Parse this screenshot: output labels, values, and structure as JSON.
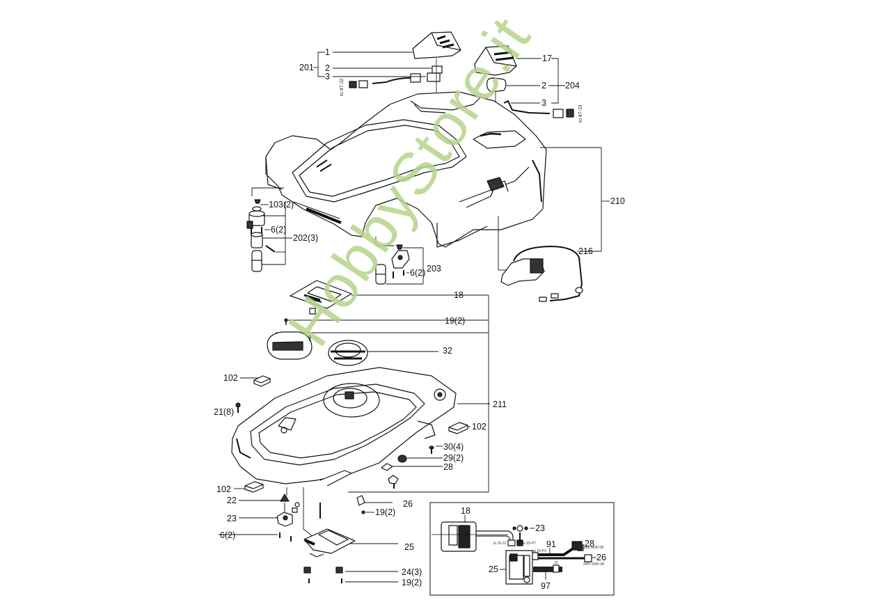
{
  "title": "Robotic lawn mower body / chassis exploded parts diagram",
  "watermark": "HobbyStore.it",
  "watermark_color": "#b5d48a",
  "callouts": {
    "c1": "1",
    "c2a": "2",
    "c3a": "3",
    "c201": "201",
    "to47j2": "to 47-J2",
    "c17": "17",
    "c2b": "2",
    "c204": "204",
    "c3b": "3",
    "to47j3": "to 47-J3",
    "c210": "210",
    "c103": "103(2)",
    "c6a": "6(2)",
    "c202": "202(3)",
    "c6b": "6(2)",
    "c203": "203",
    "c216": "216",
    "c18": "18",
    "c19a": "19(2)",
    "c32": "32",
    "c102a": "102",
    "c211": "211",
    "c21": "21(8)",
    "c102b": "102",
    "c30": "30(4)",
    "c29": "29(2)",
    "c28": "28",
    "c102c": "102",
    "c22": "22",
    "c26": "26",
    "c19b": "19(2)",
    "c23": "23",
    "c6c": "6(2)",
    "c25": "25",
    "c24": "24(3)",
    "c19c": "19(2)"
  },
  "inset": {
    "c18": "18",
    "c23": "23",
    "c91": "91",
    "c28": "28",
    "c26": "26",
    "c25": "25",
    "c97": "97",
    "to25j2": "to 25-J2",
    "to25p7": "to 25-P7",
    "to25p3": "to 25-P3",
    "support": "Support 5000 08",
    "ref26": "20Pr 5000 08",
    "j3": "J3"
  }
}
